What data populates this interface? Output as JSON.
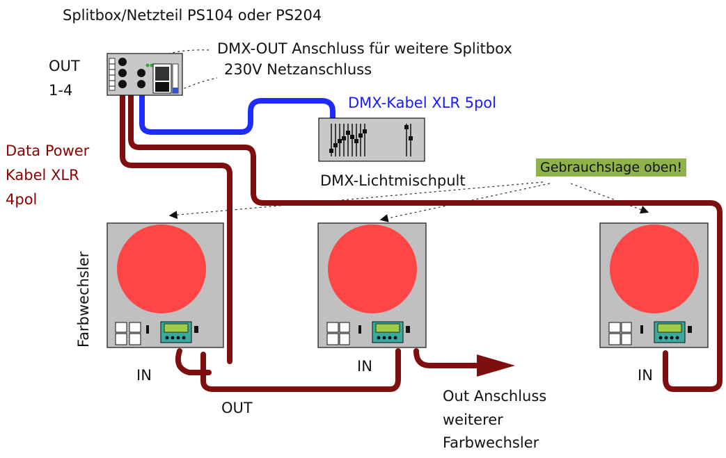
{
  "labels": {
    "title": "Splitbox/Netzteil PS104 oder PS204",
    "dmx_out": "DMX-OUT Anschluss für weitere Splitbox",
    "power": "230V Netzanschluss",
    "out_1_4_line1": "OUT",
    "out_1_4_line2": "1-4",
    "dmx_cable": "DMX-Kabel XLR 5pol",
    "data_power_line1": "Data Power",
    "data_power_line2": "Kabel XLR",
    "data_power_line3": "4pol",
    "mixer": "DMX-Lichtmischpult",
    "usage": "Gebrauchslage oben!",
    "device_side": "Farbwechsler",
    "in_1": "IN",
    "in_2": "IN",
    "in_3": "IN",
    "out_bottom": "OUT",
    "out_more_line1": "Out Anschluss",
    "out_more_line2": "weiterer",
    "out_more_line3": "Farbwechsler"
  },
  "colors": {
    "cable_data": "#7f0f0f",
    "cable_dmx": "#1f2cff",
    "device_body": "#bdbdbd",
    "lens": "#ff4646",
    "panel": "#3aa9a0",
    "badge": "#8fb24a"
  }
}
